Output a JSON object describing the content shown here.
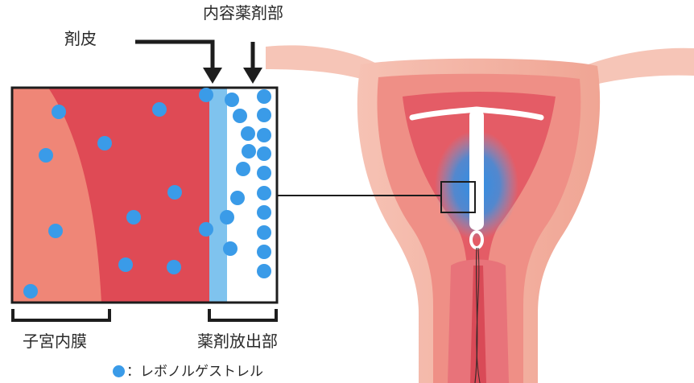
{
  "labels": {
    "membrane": "剤皮",
    "content": "内容薬剤部",
    "endometrium": "子宮内膜",
    "release": "薬剤放出部"
  },
  "legend": {
    "marker_text": "：レボノルゲストレル",
    "marker_color": "#3a9be8"
  },
  "colors": {
    "endometrium_light": "#ef8677",
    "endometrium_dark": "#df4a55",
    "membrane_band": "#7fc3ee",
    "content_area": "#ffffff",
    "molecule": "#3a9be8",
    "uterus_outer": "#f3b3a5",
    "uterus_inner": "#e7646b",
    "iud": "#ffffff",
    "glow": "#2e8fe6"
  }
}
